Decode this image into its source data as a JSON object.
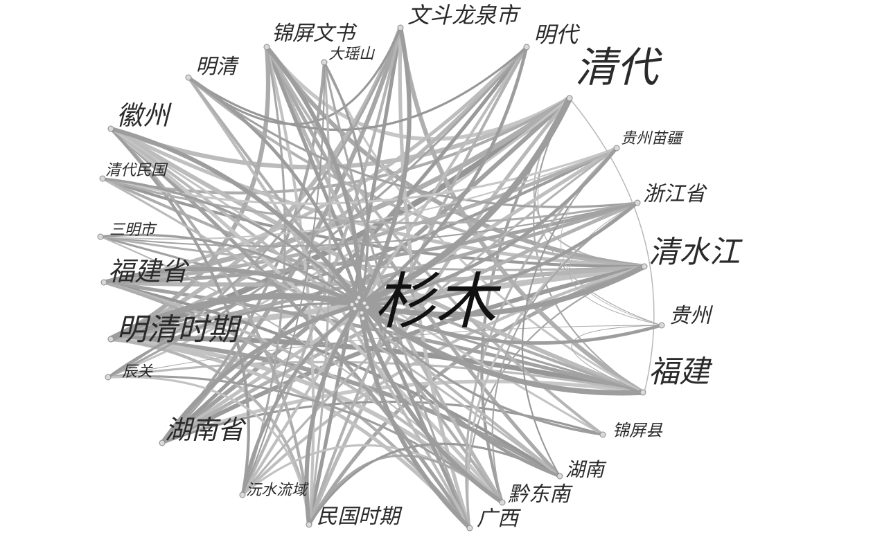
{
  "center": {
    "label": "杉木"
  },
  "nodes": [
    {
      "id": "qingdai",
      "label": "清代",
      "weight": 5
    },
    {
      "id": "guizhou_miaojiang",
      "label": "贵州苗疆",
      "weight": 2
    },
    {
      "id": "zhejiang_sheng",
      "label": "浙江省",
      "weight": 2
    },
    {
      "id": "qingshuijiang",
      "label": "清水江",
      "weight": 4
    },
    {
      "id": "guizhou",
      "label": "贵州",
      "weight": 2
    },
    {
      "id": "fujian",
      "label": "福建",
      "weight": 4
    },
    {
      "id": "jinping_xian",
      "label": "锦屏县",
      "weight": 1
    },
    {
      "id": "hunan",
      "label": "湖南",
      "weight": 2
    },
    {
      "id": "qiandongnan",
      "label": "黔东南",
      "weight": 3
    },
    {
      "id": "guangxi",
      "label": "广西",
      "weight": 3
    },
    {
      "id": "minguo_shiqi",
      "label": "民国时期",
      "weight": 3
    },
    {
      "id": "yuanshui_liuyu",
      "label": "沅水流域",
      "weight": 2
    },
    {
      "id": "hunan_sheng",
      "label": "湖南省",
      "weight": 3
    },
    {
      "id": "chenguan",
      "label": "辰关",
      "weight": 1
    },
    {
      "id": "mingqing_shiqi",
      "label": "明清时期",
      "weight": 5
    },
    {
      "id": "fujian_sheng",
      "label": "福建省",
      "weight": 3
    },
    {
      "id": "sanming_shi",
      "label": "三明市",
      "weight": 1
    },
    {
      "id": "qingdai_minguo",
      "label": "清代民国",
      "weight": 1
    },
    {
      "id": "huizhou",
      "label": "徽州",
      "weight": 3
    },
    {
      "id": "mingqing",
      "label": "明清",
      "weight": 2
    },
    {
      "id": "jinping_wenshu",
      "label": "锦屏文书",
      "weight": 3
    },
    {
      "id": "dayaoshan",
      "label": "大瑶山",
      "weight": 1
    },
    {
      "id": "wendou_longquan",
      "label": "文斗龙泉市",
      "weight": 3
    },
    {
      "id": "mingdai",
      "label": "明代",
      "weight": 2
    }
  ],
  "edges": [
    [
      "qingdai",
      "mingqing_shiqi",
      8
    ],
    [
      "qingdai",
      "huizhou",
      6
    ],
    [
      "qingdai",
      "fujian_sheng",
      7
    ],
    [
      "qingdai",
      "hunan_sheng",
      6
    ],
    [
      "qingdai",
      "jinping_wenshu",
      5
    ],
    [
      "qingdai",
      "minguo_shiqi",
      5
    ],
    [
      "qingdai",
      "qingdai_minguo",
      4
    ],
    [
      "qingdai",
      "qiandongnan",
      4
    ],
    [
      "qingdai",
      "chenguan",
      3
    ],
    [
      "qingdai",
      "qingshuijiang",
      2
    ],
    [
      "qingdai",
      "fujian",
      2
    ],
    [
      "qingdai",
      "guizhou",
      1
    ],
    [
      "qingshuijiang",
      "mingqing_shiqi",
      8
    ],
    [
      "qingshuijiang",
      "fujian_sheng",
      6
    ],
    [
      "qingshuijiang",
      "jinping_wenshu",
      6
    ],
    [
      "qingshuijiang",
      "hunan_sheng",
      6
    ],
    [
      "qingshuijiang",
      "huizhou",
      5
    ],
    [
      "qingshuijiang",
      "mingqing",
      4
    ],
    [
      "qingshuijiang",
      "minguo_shiqi",
      5
    ],
    [
      "qingshuijiang",
      "qingdai_minguo",
      4
    ],
    [
      "qingshuijiang",
      "yuanshui_liuyu",
      4
    ],
    [
      "qingshuijiang",
      "sanming_shi",
      3
    ],
    [
      "qingshuijiang",
      "guangxi",
      2
    ],
    [
      "fujian",
      "mingqing_shiqi",
      7
    ],
    [
      "fujian",
      "huizhou",
      6
    ],
    [
      "fujian",
      "wendou_longquan",
      6
    ],
    [
      "fujian",
      "fujian_sheng",
      5
    ],
    [
      "fujian",
      "hunan_sheng",
      5
    ],
    [
      "fujian",
      "chenguan",
      3
    ],
    [
      "fujian",
      "qingdai_minguo",
      4
    ],
    [
      "fujian",
      "sanming_shi",
      3
    ],
    [
      "fujian",
      "dayaoshan",
      3
    ],
    [
      "mingqing_shiqi",
      "wendou_longquan",
      6
    ],
    [
      "mingqing_shiqi",
      "jinping_wenshu",
      6
    ],
    [
      "mingqing_shiqi",
      "hunan",
      6
    ],
    [
      "mingqing_shiqi",
      "qiandongnan",
      6
    ],
    [
      "mingqing_shiqi",
      "mingdai",
      5
    ],
    [
      "mingqing_shiqi",
      "zhejiang_sheng",
      5
    ],
    [
      "mingqing_shiqi",
      "guizhou_miaojiang",
      4
    ],
    [
      "mingqing_shiqi",
      "guangxi",
      5
    ],
    [
      "mingqing_shiqi",
      "minguo_shiqi",
      4
    ],
    [
      "hunan_sheng",
      "wendou_longquan",
      6
    ],
    [
      "hunan_sheng",
      "mingdai",
      5
    ],
    [
      "hunan_sheng",
      "guizhou_miaojiang",
      5
    ],
    [
      "hunan_sheng",
      "zhejiang_sheng",
      5
    ],
    [
      "hunan_sheng",
      "dayaoshan",
      4
    ],
    [
      "hunan_sheng",
      "jinping_xian",
      3
    ],
    [
      "fujian_sheng",
      "mingdai",
      5
    ],
    [
      "fujian_sheng",
      "guizhou_miaojiang",
      5
    ],
    [
      "fujian_sheng",
      "zhejiang_sheng",
      5
    ],
    [
      "fujian_sheng",
      "hunan",
      4
    ],
    [
      "fujian_sheng",
      "qiandongnan",
      4
    ],
    [
      "fujian_sheng",
      "guangxi",
      4
    ],
    [
      "huizhou",
      "guangxi",
      5
    ],
    [
      "huizhou",
      "qiandongnan",
      5
    ],
    [
      "huizhou",
      "hunan",
      4
    ],
    [
      "huizhou",
      "minguo_shiqi",
      4
    ],
    [
      "huizhou",
      "yuanshui_liuyu",
      4
    ],
    [
      "huizhou",
      "jinping_xian",
      3
    ],
    [
      "jinping_wenshu",
      "qiandongnan",
      5
    ],
    [
      "jinping_wenshu",
      "hunan",
      5
    ],
    [
      "jinping_wenshu",
      "guangxi",
      5
    ],
    [
      "jinping_wenshu",
      "minguo_shiqi",
      4
    ],
    [
      "jinping_wenshu",
      "jinping_xian",
      4
    ],
    [
      "jinping_wenshu",
      "yuanshui_liuyu",
      3
    ],
    [
      "wendou_longquan",
      "minguo_shiqi",
      5
    ],
    [
      "wendou_longquan",
      "guangxi",
      5
    ],
    [
      "wendou_longquan",
      "yuanshui_liuyu",
      4
    ],
    [
      "wendou_longquan",
      "chenguan",
      3
    ],
    [
      "wendou_longquan",
      "mingqing",
      3
    ],
    [
      "mingdai",
      "yuanshui_liuyu",
      4
    ],
    [
      "mingdai",
      "minguo_shiqi",
      4
    ],
    [
      "mingdai",
      "chenguan",
      3
    ],
    [
      "mingdai",
      "mingqing",
      3
    ],
    [
      "mingqing",
      "guangxi",
      4
    ],
    [
      "mingqing",
      "qiandongnan",
      4
    ],
    [
      "mingqing",
      "zhejiang_sheng",
      3
    ],
    [
      "qingdai_minguo",
      "guizhou_miaojiang",
      3
    ],
    [
      "qingdai_minguo",
      "hunan",
      3
    ],
    [
      "qingdai_minguo",
      "zhejiang_sheng",
      3
    ],
    [
      "sanming_shi",
      "zhejiang_sheng",
      2
    ],
    [
      "sanming_shi",
      "guizhou_miaojiang",
      2
    ],
    [
      "sanming_shi",
      "qiandongnan",
      2
    ],
    [
      "chenguan",
      "guizhou",
      1
    ],
    [
      "chenguan",
      "qiandongnan",
      3
    ],
    [
      "chenguan",
      "minguo_shiqi",
      3
    ],
    [
      "dayaoshan",
      "minguo_shiqi",
      3
    ],
    [
      "dayaoshan",
      "guangxi",
      3
    ],
    [
      "dayaoshan",
      "yuanshui_liuyu",
      2
    ],
    [
      "yuanshui_liuyu",
      "qiandongnan",
      3
    ],
    [
      "yuanshui_liuyu",
      "guizhou_miaojiang",
      3
    ],
    [
      "minguo_shiqi",
      "qiandongnan",
      3
    ],
    [
      "minguo_shiqi",
      "hunan",
      3
    ],
    [
      "guangxi",
      "zhejiang_sheng",
      3
    ],
    [
      "guangxi",
      "guizhou_miaojiang",
      3
    ],
    [
      "qiandongnan",
      "zhejiang_sheng",
      2
    ],
    [
      "hunan",
      "guizhou_miaojiang",
      2
    ],
    [
      "guizhou_miaojiang",
      "guizhou",
      1
    ],
    [
      "zhejiang_sheng",
      "guizhou",
      1
    ],
    [
      "guizhou",
      "fujian",
      1
    ]
  ]
}
